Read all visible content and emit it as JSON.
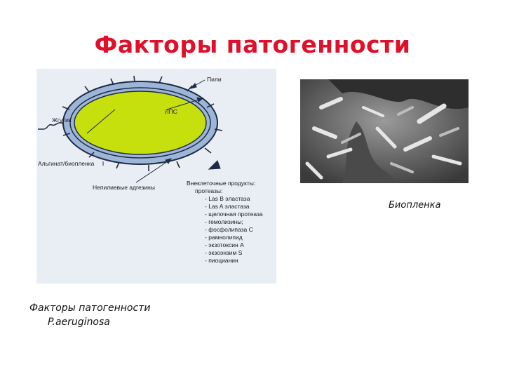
{
  "slide": {
    "title": "Факторы патогенности"
  },
  "diagram": {
    "labels": {
      "pili": "Пили",
      "lps": "ЛПС",
      "flagellum": "Жгутик",
      "alginate": "Альгинат/биопленка",
      "nonpili_adhesins": "Непилиевые адгезины"
    },
    "products_title_line1": "Внеклеточные продукты:",
    "products_title_line2": "протеазы:",
    "products": [
      "- Las B эластаза",
      "- Las A эластаза",
      "- щелочная протеаза",
      "- гемолизины;",
      "- фосфолипаза С",
      "- рамнолипид",
      "- экзотоксин А",
      "- экзоэнзим S",
      "- пиоцианин"
    ],
    "caption_line1": "Факторы патогенности",
    "caption_line2": "P.aeruginosa",
    "colors": {
      "cytoplasm": "#c6e00e",
      "envelope": "#9db6d8",
      "outline": "#1f2a44"
    }
  },
  "photo": {
    "caption": "Биопленка"
  }
}
